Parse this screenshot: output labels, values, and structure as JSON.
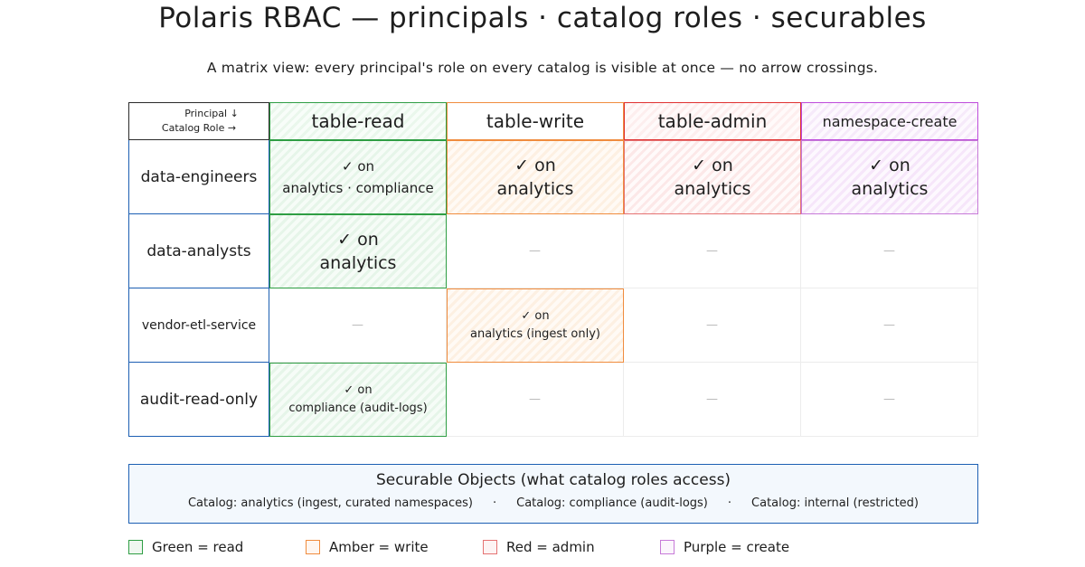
{
  "title": "Polaris RBAC — principals · catalog roles · securables",
  "subtitle": "A matrix view: every principal's role on every catalog is visible at once — no arrow crossings.",
  "corner": {
    "line1": "Principal ↓",
    "line2": "Catalog Role →"
  },
  "columns": [
    "table-read",
    "table-write",
    "table-admin",
    "namespace-create"
  ],
  "rows": [
    {
      "label": "data-engineers",
      "cells": [
        {
          "check": "✓ on",
          "target": "analytics · compliance"
        },
        {
          "check": "✓ on",
          "target": "analytics"
        },
        {
          "check": "✓ on",
          "target": "analytics"
        },
        {
          "check": "✓ on",
          "target": "analytics"
        }
      ]
    },
    {
      "label": "data-analysts",
      "cells": [
        {
          "check": "✓ on",
          "target": "analytics"
        },
        {
          "dash": "—"
        },
        {
          "dash": "—"
        },
        {
          "dash": "—"
        }
      ]
    },
    {
      "label": "vendor-etl-service",
      "cells": [
        {
          "dash": "—"
        },
        {
          "check": "✓ on",
          "target": "analytics (ingest only)"
        },
        {
          "dash": "—"
        },
        {
          "dash": "—"
        }
      ]
    },
    {
      "label": "audit-read-only",
      "cells": [
        {
          "check": "✓ on",
          "target": "compliance (audit-logs)"
        },
        {
          "dash": "—"
        },
        {
          "dash": "—"
        },
        {
          "dash": "—"
        }
      ]
    }
  ],
  "securables": {
    "title": "Securable Objects (what catalog roles access)",
    "items": [
      "Catalog: analytics  (ingest, curated namespaces)",
      "·",
      "Catalog: compliance  (audit-logs)",
      "·",
      "Catalog: internal  (restricted)"
    ]
  },
  "legend": [
    {
      "label": "Green = read",
      "color": "#2f9e44"
    },
    {
      "label": "Amber = write",
      "color": "#f08c3e"
    },
    {
      "label": "Red = admin",
      "color": "#e57373"
    },
    {
      "label": "Purple = create",
      "color": "#c77ad8"
    }
  ]
}
